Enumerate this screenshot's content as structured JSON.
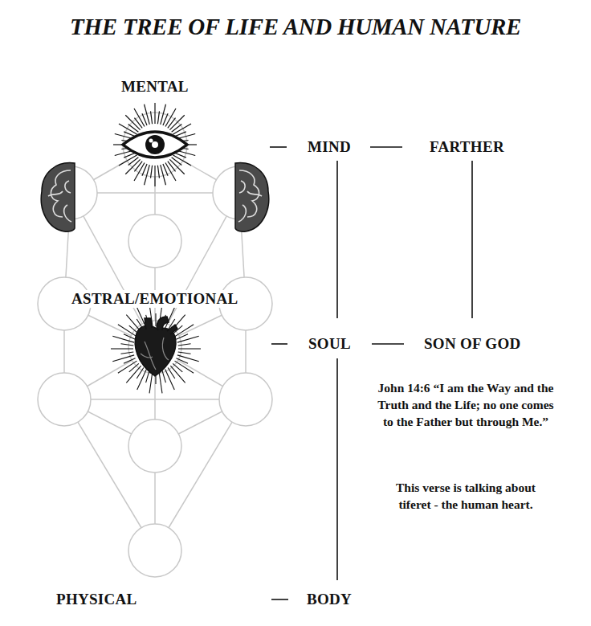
{
  "diagram": {
    "title": "THE TREE OF LIFE AND HUMAN NATURE",
    "labels": [
      "MENTAL",
      "ASTRAL/EMOTIONAL",
      "PHYSICAL",
      "MIND",
      "FARTHER",
      "SOUL",
      "SON OF GOD",
      "John 14:6 “I am the Way and the Truth and the Life; no one comes to the Father but through Me.”",
      "This verse is talking about tiferet - the human heart.",
      "BODY"
    ]
  }
}
